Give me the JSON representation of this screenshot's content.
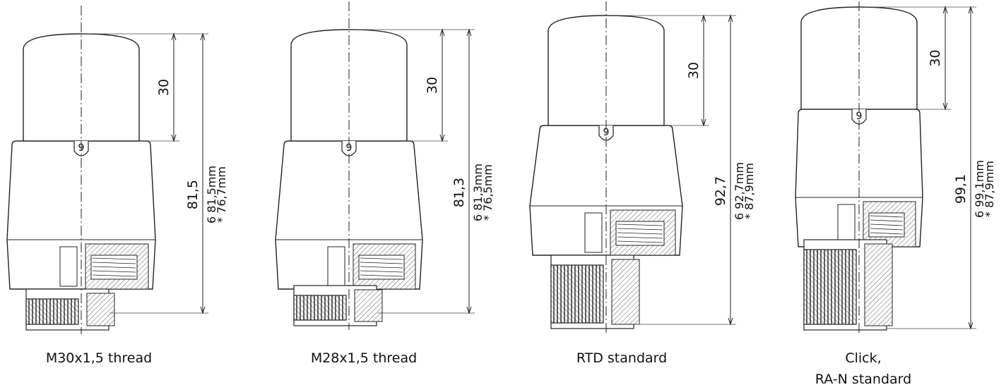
{
  "variants": [
    {
      "caption": [
        "M30x1,5 thread"
      ],
      "dim_cap": "30",
      "dim_total": "81,5",
      "spec_total": "6  81,5mm",
      "spec_alt": "*  76,7mm",
      "scale_mark": "9"
    },
    {
      "caption": [
        "M28x1,5 thread"
      ],
      "dim_cap": "30",
      "dim_total": "81,3",
      "spec_total": "6  81,3mm",
      "spec_alt": "*  76,5mm",
      "scale_mark": "9"
    },
    {
      "caption": [
        "RTD standard"
      ],
      "dim_cap": "30",
      "dim_total": "92,7",
      "spec_total": "6  92,7mm",
      "spec_alt": "*  87,9mm",
      "scale_mark": "9"
    },
    {
      "caption": [
        "Click,",
        "RA-N standard"
      ],
      "dim_cap": "30",
      "dim_total": "99,1",
      "spec_total": "6  99,1mm",
      "spec_alt": "*  87,9mm",
      "scale_mark": "9"
    }
  ]
}
